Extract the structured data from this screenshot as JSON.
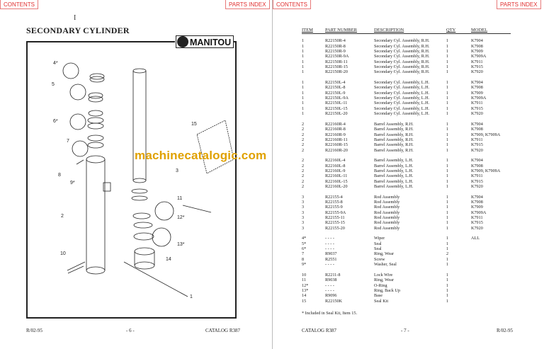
{
  "nav": {
    "contents": "CONTENTS",
    "parts_index": "PARTS INDEX"
  },
  "left": {
    "title": "SECONDARY CYLINDER",
    "logo": "MANITOU",
    "callouts": [
      "4*",
      "5",
      "6*",
      "7",
      "8",
      "9*",
      "2",
      "10",
      "3",
      "11",
      "12*",
      "13*",
      "14",
      "15",
      "1"
    ],
    "footer": {
      "left": "R/02-95",
      "center": "- 6 -",
      "right": "CATALOG R387"
    }
  },
  "right": {
    "headers": [
      "ITEM",
      "PART NUMBER",
      "DESCRIPTION",
      "QTY",
      "MODEL"
    ],
    "groups": [
      [
        [
          "1",
          "R22150R-4",
          "Secondary Cyl. Assembly, R.H.",
          "1",
          "K7904"
        ],
        [
          "1",
          "R22150R-8",
          "Secondary Cyl. Assembly, R.H.",
          "1",
          "K7908"
        ],
        [
          "1",
          "R22150R-9",
          "Secondary Cyl. Assembly, R.H.",
          "1",
          "K7909"
        ],
        [
          "1",
          "R22150R-9A",
          "Secondary Cyl. Assembly, R.H.",
          "1",
          "K7909A"
        ],
        [
          "1",
          "R22150R-11",
          "Secondary Cyl. Assembly, R.H.",
          "1",
          "K7911"
        ],
        [
          "1",
          "R22150R-15",
          "Secondary Cyl. Assembly, R.H.",
          "1",
          "K7915"
        ],
        [
          "1",
          "R22150R-20",
          "Secondary Cyl. Assembly, R.H.",
          "1",
          "K7920"
        ]
      ],
      [
        [
          "1",
          "R22150L-4",
          "Secondary Cyl. Assembly, L.H.",
          "1",
          "K7904"
        ],
        [
          "1",
          "R22150L-8",
          "Secondary Cyl. Assembly, L.H.",
          "1",
          "K7908"
        ],
        [
          "1",
          "R22150L-9",
          "Secondary Cyl. Assembly, L.H.",
          "1",
          "K7909"
        ],
        [
          "1",
          "R22150L-9A",
          "Secondary Cyl. Assembly, L.H.",
          "1",
          "K7909A"
        ],
        [
          "1",
          "R22150L-11",
          "Secondary Cyl. Assembly, L.H.",
          "1",
          "K7911"
        ],
        [
          "1",
          "R22150L-15",
          "Secondary Cyl. Assembly, L.H.",
          "1",
          "K7915"
        ],
        [
          "1",
          "R22150L-20",
          "Secondary Cyl. Assembly, L.H.",
          "1",
          "K7920"
        ]
      ],
      [
        [
          "2",
          "R22160R-4",
          "Barrel Assembly, R.H.",
          "1",
          "K7904"
        ],
        [
          "2",
          "R22160R-8",
          "Barrel Assembly, R.H.",
          "1",
          "K7908"
        ],
        [
          "2",
          "R22160R-9",
          "Barrel Assembly, R.H.",
          "1",
          "K7909, K7909A"
        ],
        [
          "2",
          "R22160R-11",
          "Barrel Assembly, R.H.",
          "1",
          "K7911"
        ],
        [
          "2",
          "R22160R-15",
          "Barrel Assembly, R.H.",
          "1",
          "K7915"
        ],
        [
          "2",
          "R22160R-20",
          "Barrel Assembly, R.H.",
          "1",
          "K7920"
        ]
      ],
      [
        [
          "2",
          "R22160L-4",
          "Barrel Assembly, L.H.",
          "1",
          "K7904"
        ],
        [
          "2",
          "R22160L-8",
          "Barrel Assembly, L.H.",
          "1",
          "K7908"
        ],
        [
          "2",
          "R22160L-9",
          "Barrel Assembly, L.H.",
          "1",
          "K7909, K7909A"
        ],
        [
          "2",
          "R22160L-11",
          "Barrel Assembly, L.H.",
          "1",
          "K7911"
        ],
        [
          "2",
          "R22160L-15",
          "Barrel Assembly, L.H.",
          "1",
          "K7915"
        ],
        [
          "2",
          "R22160L-20",
          "Barrel Assembly, L.H.",
          "1",
          "K7920"
        ]
      ],
      [
        [
          "3",
          "R22155-4",
          "Rod Assembly",
          "1",
          "K7904"
        ],
        [
          "3",
          "R22155-8",
          "Rod Assembly",
          "1",
          "K7908"
        ],
        [
          "3",
          "R22155-9",
          "Rod Assembly",
          "1",
          "K7909"
        ],
        [
          "3",
          "R22155-9A",
          "Rod Assembly",
          "1",
          "K7909A"
        ],
        [
          "3",
          "R22155-11",
          "Rod Assembly",
          "1",
          "K7911"
        ],
        [
          "3",
          "R22155-15",
          "Rod Assembly",
          "1",
          "K7915"
        ],
        [
          "3",
          "R22155-20",
          "Rod Assembly",
          "1",
          "K7920"
        ]
      ],
      [
        [
          "4*",
          "- - - -",
          "Wiper",
          "1",
          "ALL"
        ],
        [
          "5*",
          "- - - -",
          "Seal",
          "1",
          ""
        ],
        [
          "6*",
          "- - - -",
          "Seal",
          "1",
          ""
        ],
        [
          "7",
          "R9037",
          "Ring, Wear",
          "2",
          ""
        ],
        [
          "8",
          "R2551",
          "Screw",
          "1",
          ""
        ],
        [
          "9*",
          "- - - -",
          "Washer, Seal",
          "1",
          ""
        ]
      ],
      [
        [
          "10",
          "R2211-8",
          "Lock Wire",
          "1",
          ""
        ],
        [
          "11",
          "R9038",
          "Ring, Wear",
          "1",
          ""
        ],
        [
          "12*",
          "- - - -",
          "O-Ring",
          "1",
          ""
        ],
        [
          "13*",
          "- - - -",
          "Ring, Back Up",
          "1",
          ""
        ],
        [
          "14",
          "R9096",
          "Base",
          "1",
          ""
        ],
        [
          "15",
          "R22150K",
          "Seal Kit",
          "1",
          ""
        ]
      ]
    ],
    "note": "* Included in Seal Kit, Item 15.",
    "footer": {
      "left": "CATALOG R387",
      "center": "- 7 -",
      "right": "R/02-95"
    }
  },
  "watermark": "machinecatalogic.com"
}
